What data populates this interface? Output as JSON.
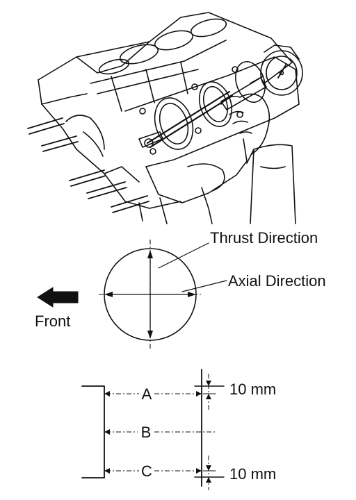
{
  "labels": {
    "thrust": "Thrust Direction",
    "axial": "Axial Direction",
    "front": "Front",
    "a": "A",
    "b": "B",
    "c": "C",
    "top_offset": "10 mm",
    "bottom_offset": "10 mm"
  }
}
